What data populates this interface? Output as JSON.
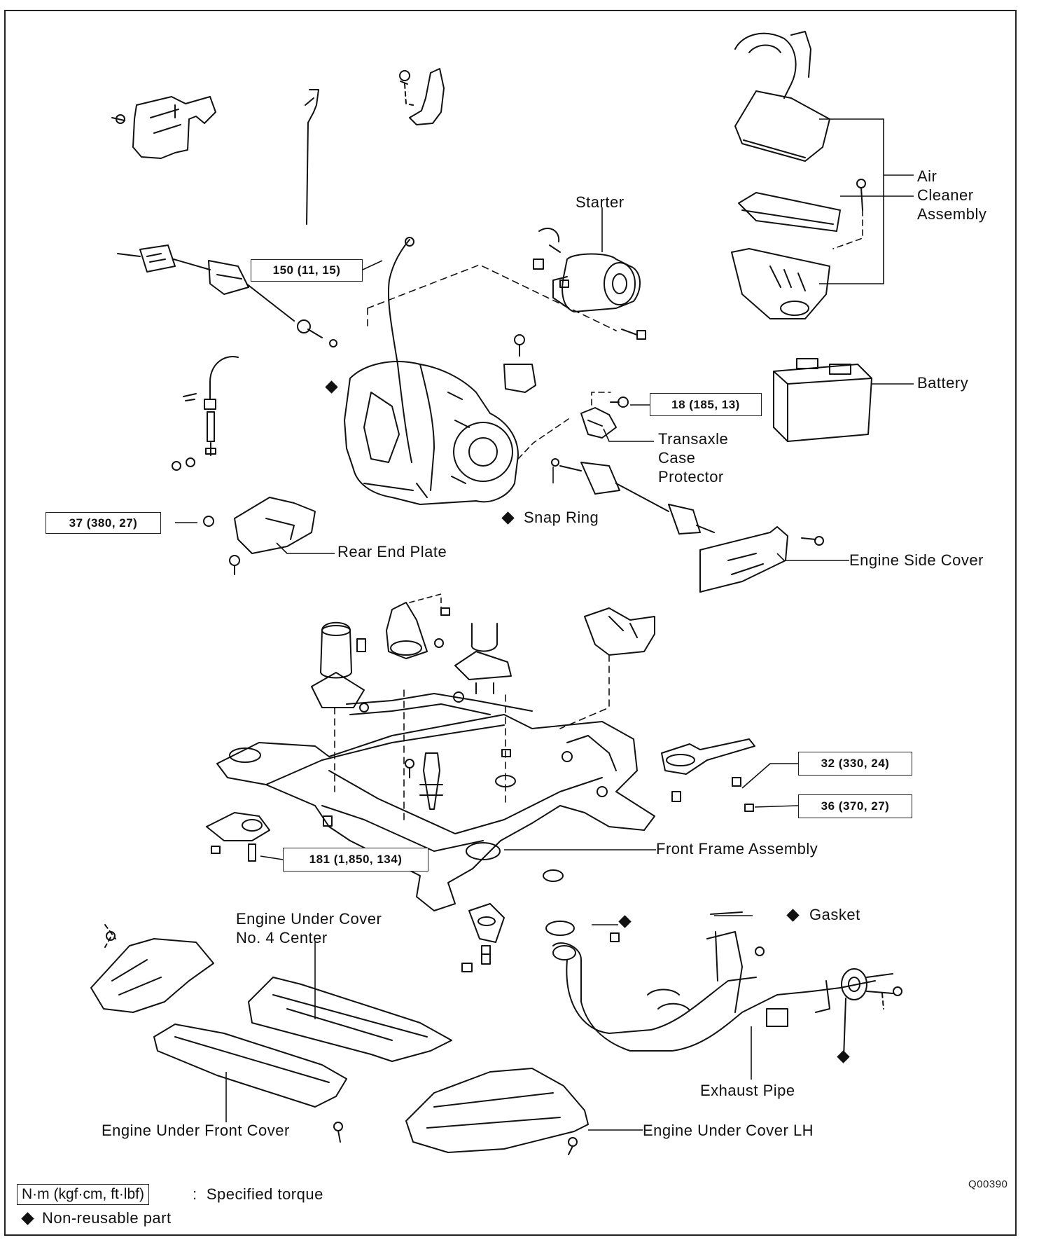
{
  "labels": {
    "starter": "Starter",
    "air_cleaner": "Air\nCleaner\nAssembly",
    "battery": "Battery",
    "transaxle_case_protector": "Transaxle\nCase\nProtector",
    "snap_ring": "Snap Ring",
    "rear_end_plate": "Rear End Plate",
    "engine_side_cover": "Engine Side Cover",
    "front_frame_assembly": "Front Frame Assembly",
    "gasket": "Gasket",
    "engine_under_cover_no4": "Engine Under Cover\nNo. 4 Center",
    "engine_under_front_cover": "Engine Under Front Cover",
    "exhaust_pipe": "Exhaust Pipe",
    "engine_under_cover_lh": "Engine Under Cover LH"
  },
  "torques": {
    "t150": "150 (11, 15)",
    "t18": "18 (185, 13)",
    "t37": "37 (380, 27)",
    "t32": "32 (330, 24)",
    "t36": "36 (370, 27)",
    "t181": "181 (1,850, 134)"
  },
  "figure_code": "Q00390",
  "legend": {
    "torque_unit": "N·m (kgf·cm, ft·lbf)",
    "torque_desc": ":  Specified torque",
    "nonreusable_desc": "Non-reusable part"
  },
  "colors": {
    "ink": "#111111",
    "paper": "#ffffff"
  }
}
